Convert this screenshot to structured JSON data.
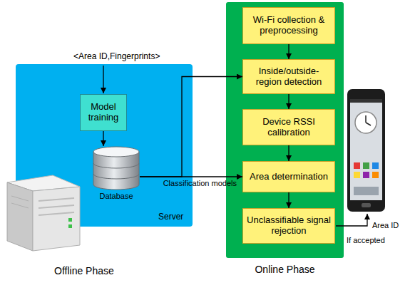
{
  "diagram": {
    "nodes": [
      {
        "text": [
          "Server"
        ]
      },
      {
        "text": [
          "Model training"
        ],
        "in": 0
      },
      {
        "text": [
          "Database"
        ],
        "in": 0
      },
      {
        "text": [
          "Online Phase"
        ]
      },
      {
        "text": [
          "Wi-Fi collection & preprocessing"
        ],
        "in": 3
      },
      {
        "text": [
          "Inside/outside-region detection"
        ],
        "in": 3
      },
      {
        "text": [
          "Device RSSI calibration"
        ],
        "in": 3
      },
      {
        "text": [
          "Area determination"
        ],
        "in": 3
      },
      {
        "text": [
          "Unclassifiable signal rejection"
        ],
        "in": 3
      }
    ],
    "edges": [
      {
        "from": 1,
        "to": 2,
        "arrow": "to"
      },
      {
        "from": 2,
        "to": 5,
        "arrow": "to"
      },
      {
        "from": 2,
        "to": 7,
        "label": "Classification models",
        "arrow": "to"
      },
      {
        "from": 4,
        "to": 5,
        "arrow": "to"
      },
      {
        "from": 5,
        "to": 6,
        "arrow": "to"
      },
      {
        "from": 6,
        "to": 7,
        "arrow": "to"
      },
      {
        "from": 7,
        "to": 8,
        "arrow": "to"
      }
    ],
    "labels": [
      "<Area ID,Fingerprints>",
      "Offline Phase",
      "Area ID",
      "If accepted"
    ]
  }
}
